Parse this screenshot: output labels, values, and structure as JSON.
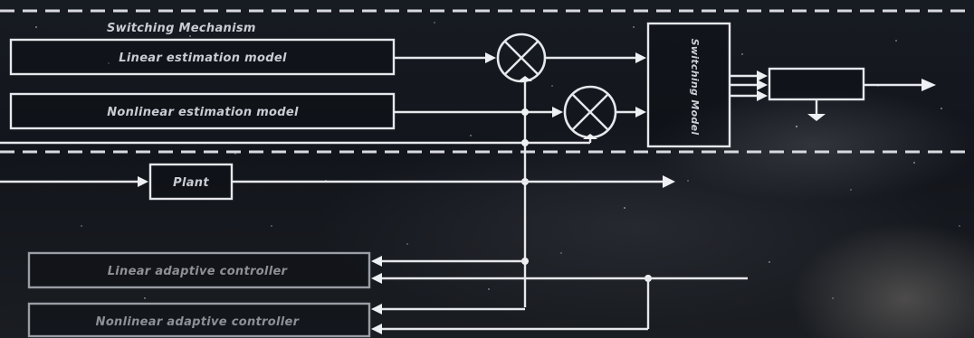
{
  "diagram": {
    "section_title": "Switching Mechanism",
    "blocks": {
      "linear_estimation": "Linear estimation model",
      "nonlinear_estimation": "Nonlinear estimation model",
      "switching_model": "Switching Model",
      "plant": "Plant",
      "linear_controller": "Linear adaptive controller",
      "nonlinear_controller": "Nonlinear adaptive controller"
    },
    "colors": {
      "line": "#e6e8ec",
      "label": "#c9ccd2",
      "background": "#12151b"
    },
    "icons": [
      "summing-junction-icon",
      "arrow-head-icon",
      "ground-icon"
    ]
  }
}
